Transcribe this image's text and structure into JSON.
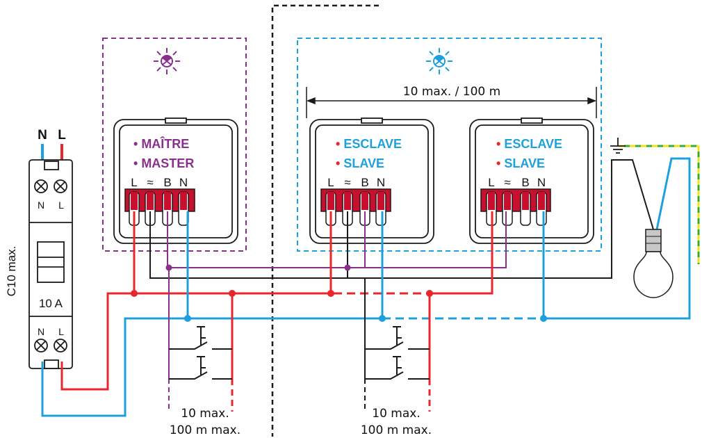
{
  "colors": {
    "master": "#8a2f8e",
    "slave": "#1ea0dc",
    "phase": "#e8262b",
    "neutral": "#1ea0dc",
    "earth_green": "#3aa935",
    "earth_yellow": "#f2e11b",
    "dark": "#1a1a1a",
    "terminal_red": "#c8102e"
  },
  "supply": {
    "n_label": "N",
    "l_label": "L"
  },
  "breaker": {
    "top_n": "N",
    "top_l": "L",
    "rating": "10 A",
    "bottom_n": "N",
    "bottom_l": "L",
    "side_label": "C10 max."
  },
  "master": {
    "line1": "MAÎTRE",
    "line2": "MASTER",
    "terminals": [
      "L",
      "≈",
      "B",
      "N"
    ],
    "icon": "light-icon"
  },
  "slave1": {
    "line1": "ESCLAVE",
    "line2": "SLAVE",
    "terminals": [
      "L",
      "≈",
      "B",
      "N"
    ],
    "icon": "light-icon"
  },
  "slave2": {
    "line1": "ESCLAVE",
    "line2": "SLAVE",
    "terminals": [
      "L",
      "≈",
      "B",
      "N"
    ]
  },
  "dimension": {
    "label": "10 max. / 100 m"
  },
  "pushbuttons_left": {
    "line1": "10 max.",
    "line2": "100 m max."
  },
  "pushbuttons_right": {
    "line1": "10 max.",
    "line2": "100 m max."
  },
  "load": {
    "icon": "lamp-icon",
    "earth_icon": "earth-icon"
  }
}
